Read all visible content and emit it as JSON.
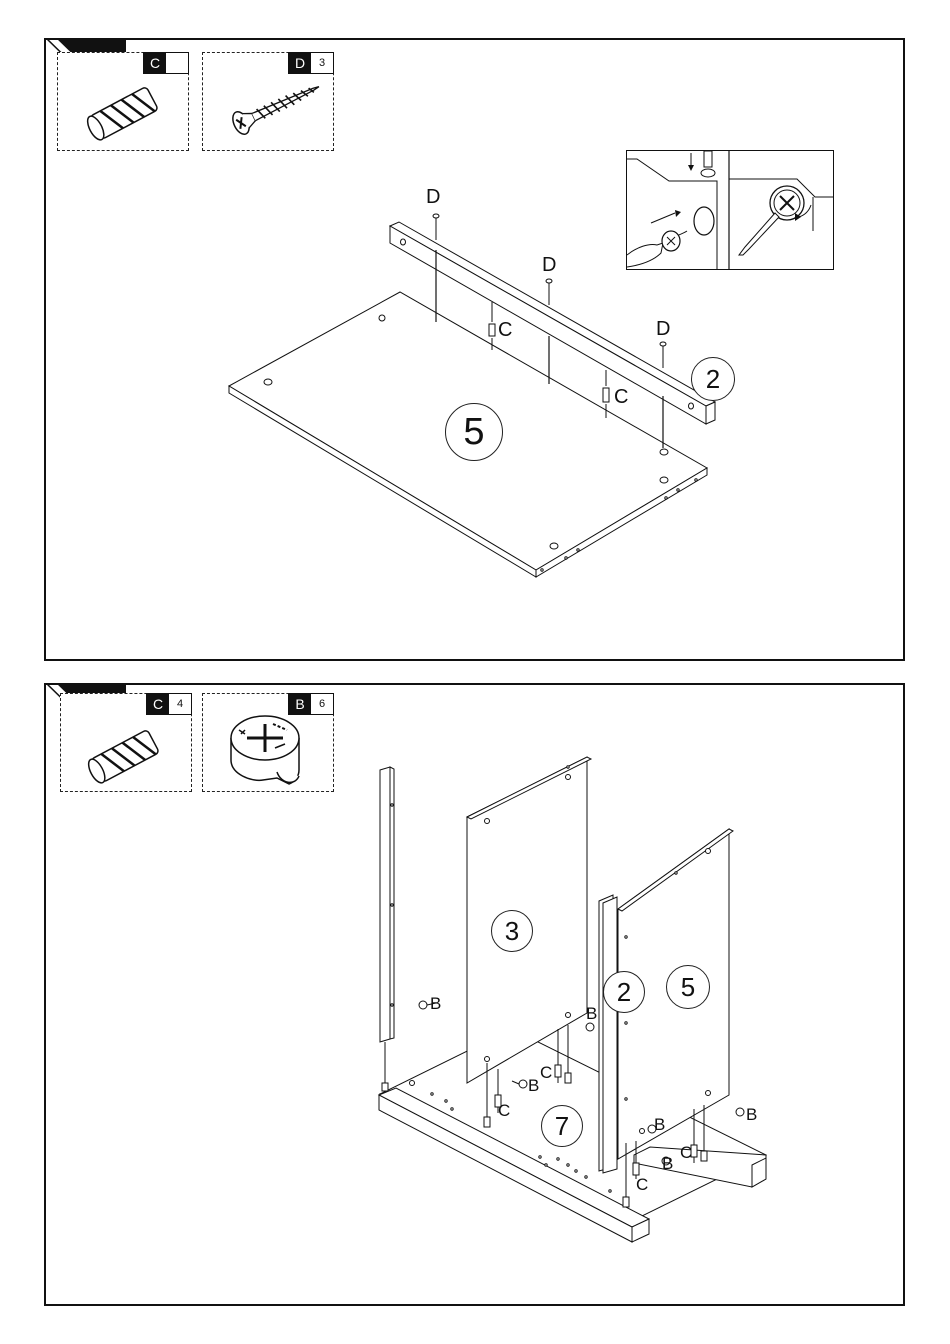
{
  "step1": {
    "hardware": [
      {
        "code": "C",
        "qty": ""
      },
      {
        "code": "D",
        "qty": "3"
      }
    ],
    "labels": {
      "d": "D",
      "c": "C"
    },
    "parts": {
      "rail": "2",
      "panel": "5"
    }
  },
  "step2": {
    "hardware": [
      {
        "code": "C",
        "qty": "4"
      },
      {
        "code": "B",
        "qty": "6"
      }
    ],
    "labels": {
      "b": "B",
      "c": "C"
    },
    "parts": {
      "side": "3",
      "rail": "2",
      "panel": "5",
      "base": "7"
    }
  }
}
